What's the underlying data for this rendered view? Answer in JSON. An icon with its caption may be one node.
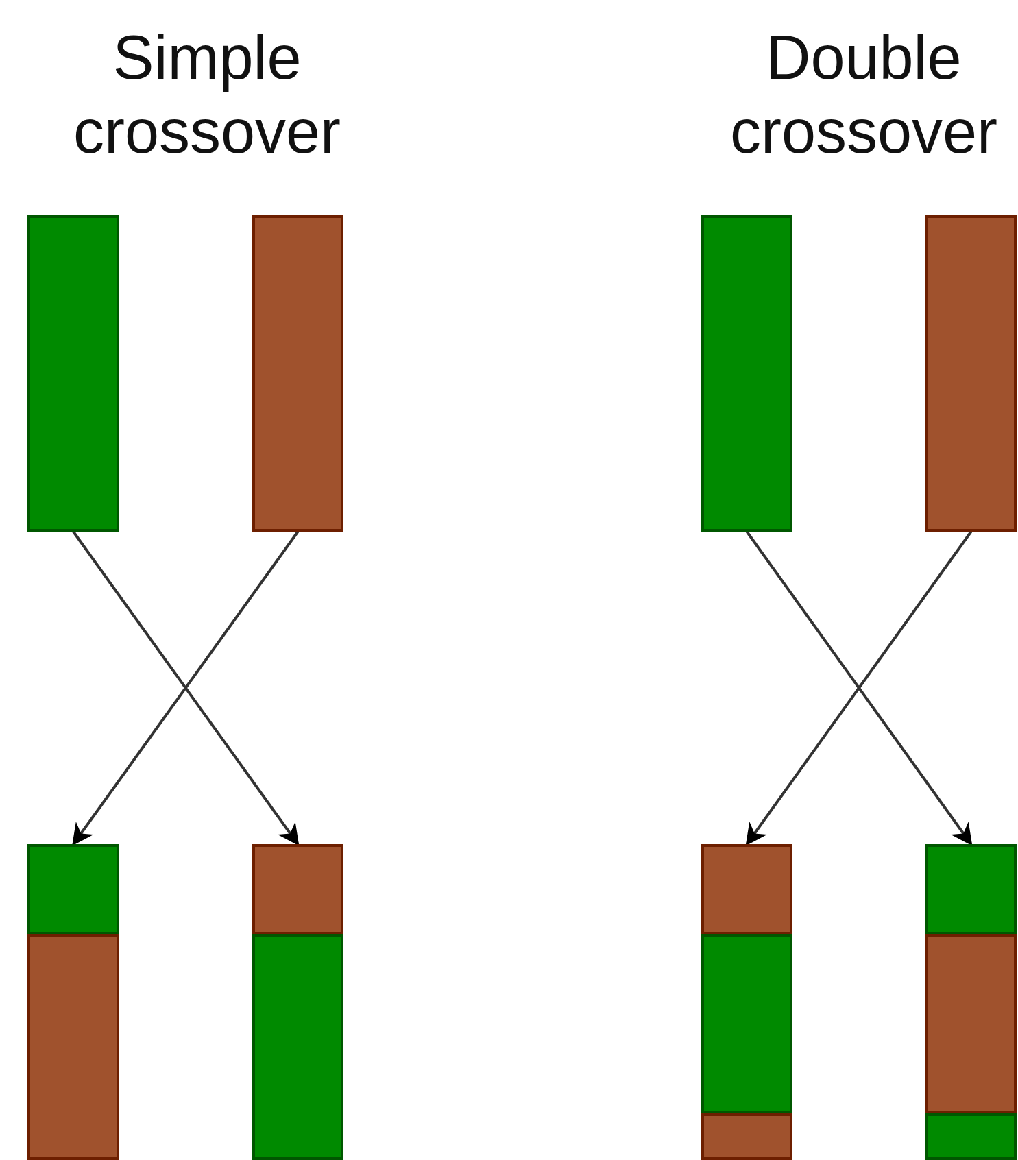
{
  "diagram": {
    "nodes": [
      {
        "text": [],
        "shape": "bar"
      },
      {
        "text": [],
        "shape": "bar"
      },
      {
        "text": [],
        "shape": "bar"
      },
      {
        "text": [],
        "shape": "bar"
      },
      {
        "text": [],
        "shape": "bar"
      },
      {
        "text": [],
        "shape": "bar"
      },
      {
        "text": [],
        "shape": "bar"
      },
      {
        "text": [],
        "shape": "bar"
      },
      {
        "text": [],
        "shape": "bar"
      },
      {
        "text": [],
        "shape": "bar"
      },
      {
        "text": [],
        "shape": "bar"
      },
      {
        "text": [],
        "shape": "bar"
      },
      {
        "text": [],
        "shape": "bar"
      },
      {
        "text": [],
        "shape": "bar"
      }
    ],
    "edges": [
      {
        "from": 0,
        "to": 4,
        "arrow": "to"
      },
      {
        "from": 1,
        "to": 2,
        "arrow": "to"
      },
      {
        "from": 6,
        "to": 11,
        "arrow": "to"
      },
      {
        "from": 7,
        "to": 8,
        "arrow": "to"
      }
    ],
    "labels": [
      "Simple crossover",
      "Double crossover"
    ]
  }
}
